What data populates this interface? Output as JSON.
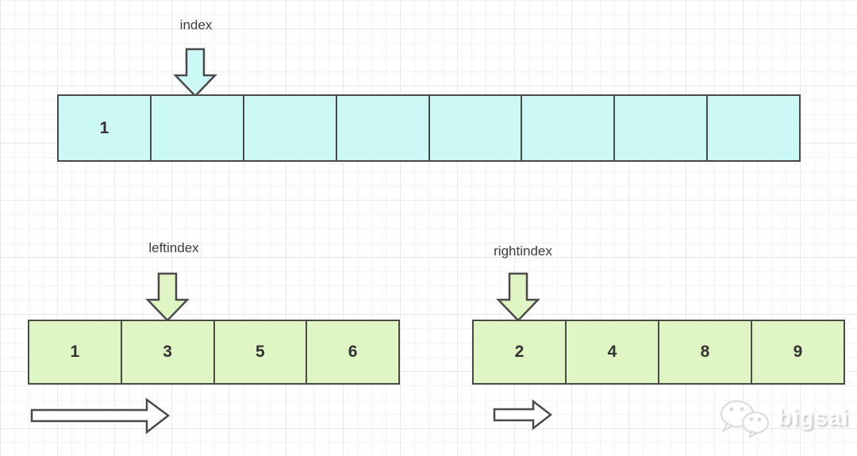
{
  "colors": {
    "cyan_fill": "#ccf8f6",
    "green_fill": "#dff6c4",
    "stroke": "#4a4a4a",
    "text": "#333333",
    "label_text": "#3c3c3c",
    "grid_minor": "#f3f3f5",
    "grid_major": "#e9e9ec",
    "watermark_shadow": "#c4c4c4"
  },
  "arrays": {
    "top": {
      "label": "index",
      "cells": [
        "1",
        "",
        "",
        "",
        "",
        "",
        "",
        ""
      ]
    },
    "left": {
      "label": "leftindex",
      "cells": [
        "1",
        "3",
        "5",
        "6"
      ]
    },
    "right": {
      "label": "rightindex",
      "cells": [
        "2",
        "4",
        "8",
        "9"
      ]
    }
  },
  "watermark": {
    "text": "bigsai",
    "icon": "wechat-chat-bubbles-icon"
  }
}
